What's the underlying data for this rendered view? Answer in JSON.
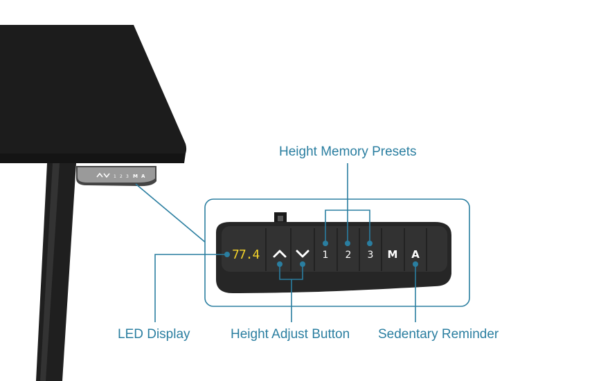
{
  "diagram": {
    "led_readout": "77.4",
    "keys": {
      "up": "^",
      "down": "v",
      "preset_1": "1",
      "preset_2": "2",
      "preset_3": "3",
      "memory": "M",
      "alarm": "A"
    },
    "small_keys": {
      "preset_1": "1",
      "preset_2": "2",
      "preset_3": "3",
      "memory": "M",
      "alarm": "A"
    },
    "callouts": {
      "presets": "Height Memory Presets",
      "led": "LED Display",
      "adjust": "Height Adjust Button",
      "sedentary": "Sedentary Reminder"
    },
    "icons": {
      "up": "chevron-up-icon",
      "down": "chevron-down-icon"
    },
    "colors": {
      "callout": "#2a7ea0",
      "led": "#f3d22a",
      "desk": "#1c1c1c",
      "panel": "#2b2b2b"
    }
  }
}
